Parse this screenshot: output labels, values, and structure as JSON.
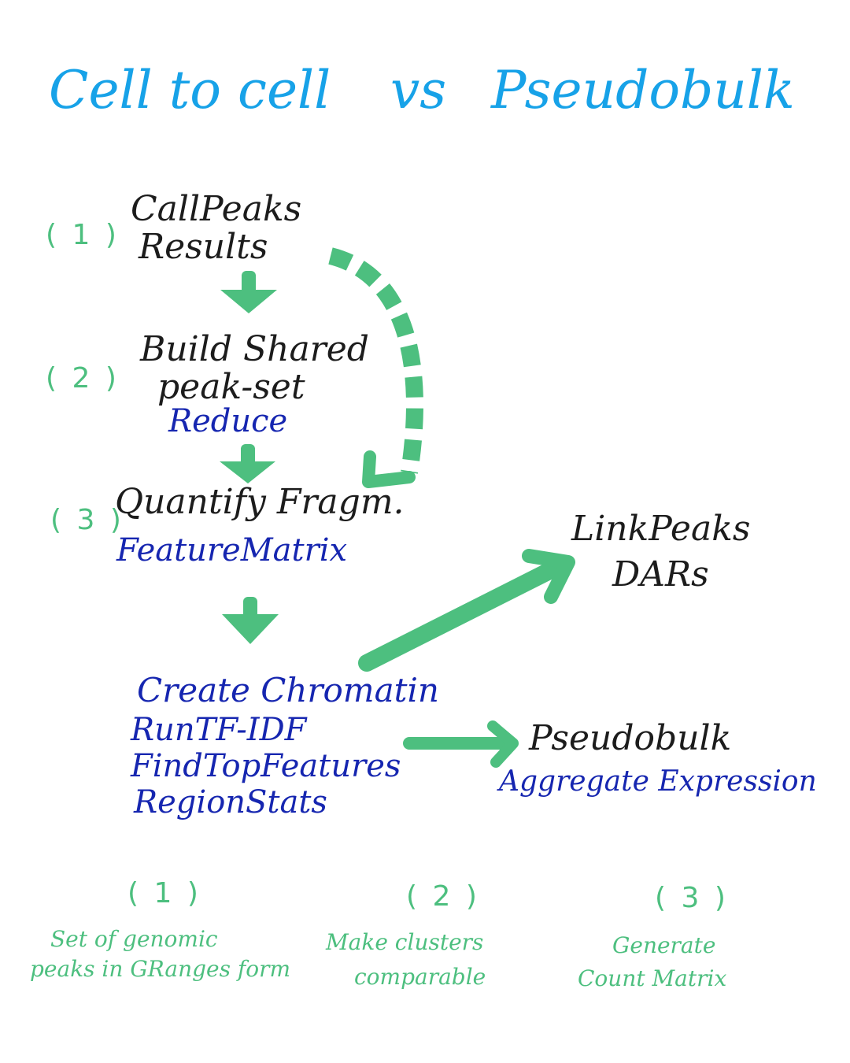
{
  "title": {
    "left": "Cell to cell",
    "vs": "vs",
    "right": "Pseudobulk"
  },
  "steps": [
    {
      "number": "( 1 )",
      "lines": [
        "CallPeaks",
        "Results"
      ]
    },
    {
      "number": "( 2 )",
      "lines": [
        "Build Shared",
        "peak-set"
      ],
      "method": "Reduce"
    },
    {
      "number": "( 3 )",
      "lines": [
        "Quantify Fragm."
      ],
      "method": "FeatureMatrix"
    }
  ],
  "chromatin": {
    "lines": [
      "Create Chromatin",
      "RunTF-IDF",
      "FindTopFeatures",
      "RegionStats"
    ]
  },
  "linkpeaks": {
    "lines": [
      "LinkPeaks",
      "DARs"
    ]
  },
  "pseudobulk": {
    "title": "Pseudobulk",
    "method": "Aggregate Expression"
  },
  "notes": [
    {
      "number": "( 1 )",
      "lines": [
        "Set of genomic",
        "peaks in GRanges form"
      ]
    },
    {
      "number": "( 2 )",
      "lines": [
        "Make clusters",
        "comparable"
      ]
    },
    {
      "number": "( 3 )",
      "lines": [
        "Generate",
        "Count Matrix"
      ]
    }
  ],
  "colors": {
    "title": "#17a2e8",
    "text": "#1c1c1c",
    "function": "#1626b0",
    "accent": "#4dbf7f"
  }
}
